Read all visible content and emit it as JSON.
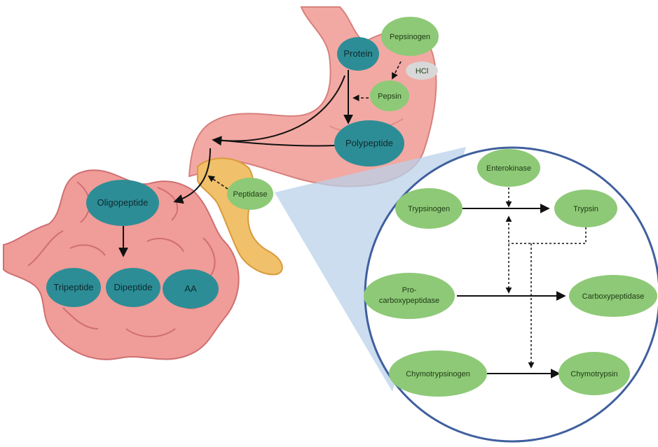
{
  "stomach_nodes": {
    "protein": "Protein",
    "pepsinogen": "Pepsinogen",
    "hcl": "HCl",
    "pepsin": "Pepsin",
    "polypeptide": "Polypeptide",
    "peptidase": "Peptidase"
  },
  "intestine_nodes": {
    "oligopeptide": "Oligopeptide",
    "tripeptide": "Tripeptide",
    "dipeptide": "Dipeptide",
    "aa": "AA"
  },
  "pancreas_inset": {
    "enterokinase": "Enterokinase",
    "trypsinogen": "Trypsinogen",
    "trypsin": "Trypsin",
    "procarboxypeptidase_line1": "Pro-",
    "procarboxypeptidase_line2": "carboxypeptidase",
    "carboxypeptidase": "Carboxypeptidase",
    "chymotrypsinogen": "Chymotrypsinogen",
    "chymotrypsin": "Chymotrypsin"
  },
  "colors": {
    "teal_node": "#2d8d96",
    "green_node": "#8ec977",
    "stomach": "#f2a9a3",
    "intestine": "#f09c98",
    "pancreas": "#f0c06a",
    "inset_border": "#3f5f9e",
    "inset_beam": "#b9d2ea"
  }
}
